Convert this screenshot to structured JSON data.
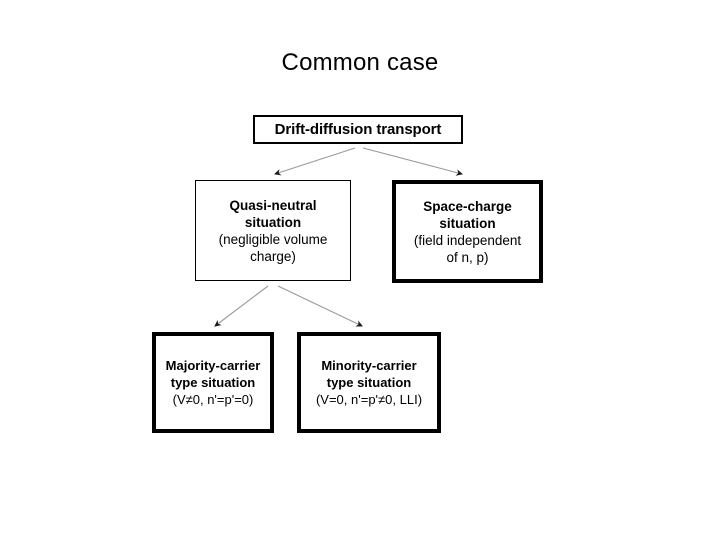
{
  "slide": {
    "title": "Common case",
    "background_color": "#ffffff",
    "text_color": "#000000",
    "connector_color": "#9a9a9a",
    "arrowhead_color": "#1a1a1a"
  },
  "diagram": {
    "type": "flowchart",
    "orientation": "top-down",
    "nodes": {
      "root": {
        "id": "drift-diffusion-transport",
        "label": "Drift-diffusion transport",
        "border_width": "2px",
        "border_color": "#000000"
      },
      "quasi_neutral": {
        "id": "quasi-neutral-situation",
        "title_line1": "Quasi-neutral",
        "title_line2": "situation",
        "detail_line1": "(negligible volume",
        "detail_line2": "charge)",
        "border_width": "1px",
        "border_color": "#000000"
      },
      "space_charge": {
        "id": "space-charge-situation",
        "title_line1": "Space-charge",
        "title_line2": "situation",
        "detail_line1": "(field independent",
        "detail_line2": "of n, p)",
        "border_width": "4px",
        "border_color": "#000000"
      },
      "majority_carrier": {
        "id": "majority-carrier-type-situation",
        "title_line1": "Majority-carrier",
        "title_line2": "type situation",
        "detail_line1": "(V≠0, n'=p'=0)",
        "border_width": "4px",
        "border_color": "#000000"
      },
      "minority_carrier": {
        "id": "minority-carrier-type-situation",
        "title_line1": "Minority-carrier",
        "title_line2": "type situation",
        "detail_line1": "(V=0, n'=p'≠0, LLI)",
        "border_width": "4px",
        "border_color": "#000000"
      }
    },
    "edges": [
      {
        "from": "drift-diffusion-transport",
        "to": "quasi-neutral-situation",
        "style": "thin-gray-arrow"
      },
      {
        "from": "drift-diffusion-transport",
        "to": "space-charge-situation",
        "style": "thin-gray-arrow"
      },
      {
        "from": "quasi-neutral-situation",
        "to": "majority-carrier-type-situation",
        "style": "thin-gray-arrow"
      },
      {
        "from": "quasi-neutral-situation",
        "to": "minority-carrier-type-situation",
        "style": "thin-gray-arrow"
      }
    ]
  }
}
